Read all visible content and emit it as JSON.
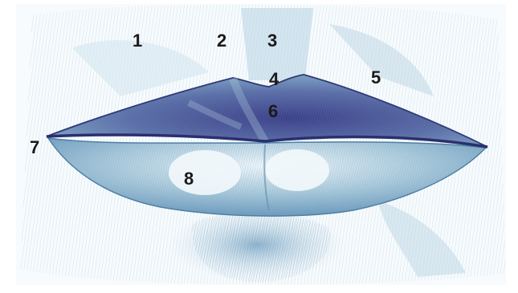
{
  "labels": [
    "1",
    "2",
    "3",
    "4",
    "5",
    "6",
    "7",
    "8"
  ],
  "colors": {
    "background": "#ffffff",
    "sketch_light": "#cfe3ee",
    "sketch_mid": "#8fb6cc",
    "sketch_blue": "#5b8fb2",
    "upper_lip_dark": "#3a3f85",
    "lip_line": "#2b2f6e",
    "highlight": "#f2f8fb",
    "label_text": "#1a1a1a"
  }
}
